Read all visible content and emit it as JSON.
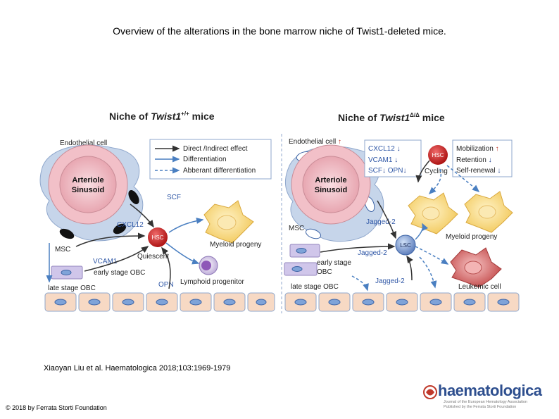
{
  "slide": {
    "title": "Overview of the alterations in the bone marrow niche of Twist1-deleted mice.",
    "citation": "Xiaoyan Liu et al. Haematologica 2018;103:1969-1979",
    "copyright": "© 2018 by Ferrata Storti Foundation"
  },
  "logo": {
    "word": "haematologica",
    "line1": "Journal of the European Hematology Association",
    "line2": "Published by the Ferrata Storti Foundation"
  },
  "left_panel": {
    "heading_prefix": "Niche of ",
    "heading_gene": "Twist1",
    "heading_sup": "+/+",
    "heading_suffix": " mice",
    "endothelial": "Endothelial cell",
    "vessel_line1": "Arteriole",
    "vessel_line2": "Sinusoid",
    "scf": "SCF",
    "cxcl12": "CXCL12",
    "hsc": "HSC",
    "msc": "MSC",
    "quiescent": "Quiescent",
    "vcam1": "VCAM1",
    "early_obc": "early stage OBC",
    "late_obc": "late stage OBC",
    "opn": "OPN",
    "myeloid": "Myeloid progeny",
    "lymphoid": "Lymphoid progenitor"
  },
  "legend": {
    "items": [
      "Direct /Indirect effect",
      "Differentiation",
      "Abberant differentiation"
    ]
  },
  "right_panel": {
    "heading_prefix": "Niche of ",
    "heading_gene": "Twist1",
    "heading_sup": "Δ/Δ",
    "heading_suffix": " mice",
    "endothelial": "Endothelial cell",
    "vessel_line1": "Arteriole",
    "vessel_line2": "Sinusoid",
    "cxcl12": "CXCL12",
    "vcam1": "VCAM1",
    "scf": "SCF",
    "opn": "OPN",
    "hsc": "HSC",
    "cycling": "Cycling",
    "mobilization": "Mobilization",
    "retention": "Retention",
    "self_renewal": "Self-renewal",
    "msc": "MSC",
    "jagged2_a": "Jagged-2",
    "jagged2_b": "Jagged-2",
    "jagged2_c": "Jagged-2",
    "lsc": "LSC",
    "early_obc_1": "early stage",
    "early_obc_2": "OBC",
    "late_obc": "late stage OBC",
    "myeloid": "Myeloid progeny",
    "leukemic": "Leukemic cell"
  },
  "colors": {
    "up_arrow": "#c0392b",
    "down_arrow": "#1f3f8f",
    "label_blue": "#2f57a6",
    "vessel_pink": "#e7a3ae",
    "bone_cell": "#f7d9c4",
    "myeloid_yellow": "#f5d77a",
    "leukemic_red": "#d86060",
    "hsc_red": "#c41e1e",
    "lsc_blue": "#6f8ec6"
  }
}
